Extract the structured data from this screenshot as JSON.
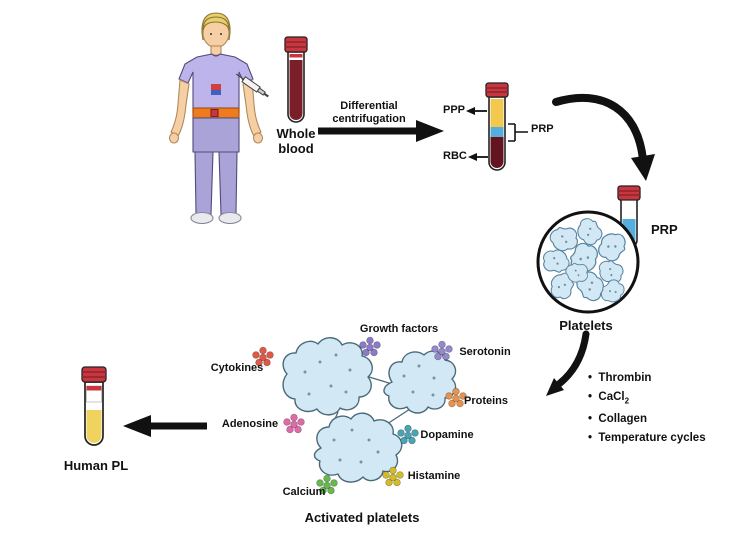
{
  "flow": {
    "whole_blood_label": "Whole blood",
    "centrifugation_label": "Differential centrifugation",
    "ppp_label": "PPP",
    "prp_layer_label": "PRP",
    "rbc_label": "RBC",
    "prp_tube_label": "PRP",
    "platelets_label": "Platelets",
    "activated_platelets_label": "Activated platelets",
    "human_pl_label": "Human PL"
  },
  "additives": {
    "bullet": "•",
    "item1": "Thrombin",
    "item2_base": "CaCl",
    "item2_sub": "2",
    "item3": "Collagen",
    "item4": "Temperature cycles"
  },
  "molecules": {
    "growth_factors": "Growth factors",
    "serotonin": "Serotonin",
    "cytokines": "Cytokines",
    "proteins": "Proteins",
    "adenosine": "Adenosine",
    "dopamine": "Dopamine",
    "calcium": "Calcium",
    "histamine": "Histamine"
  },
  "colors": {
    "cap_red": "#c8373f",
    "blood_dark": "#7a1f28",
    "ppp_yellow": "#f2c94c",
    "prp_blue": "#56aede",
    "rbc_dark": "#641420",
    "pl_yellow": "#f0d35e",
    "platelet_fill": "#d2e9f5",
    "platelet_stroke": "#5b85a0",
    "growth_factors": "#8a7ac8",
    "serotonin": "#9688cc",
    "cytokines": "#e05848",
    "proteins": "#e8924e",
    "adenosine": "#e06aa8",
    "dopamine": "#48a4b4",
    "calcium": "#68b84e",
    "histamine": "#d4bc28"
  }
}
